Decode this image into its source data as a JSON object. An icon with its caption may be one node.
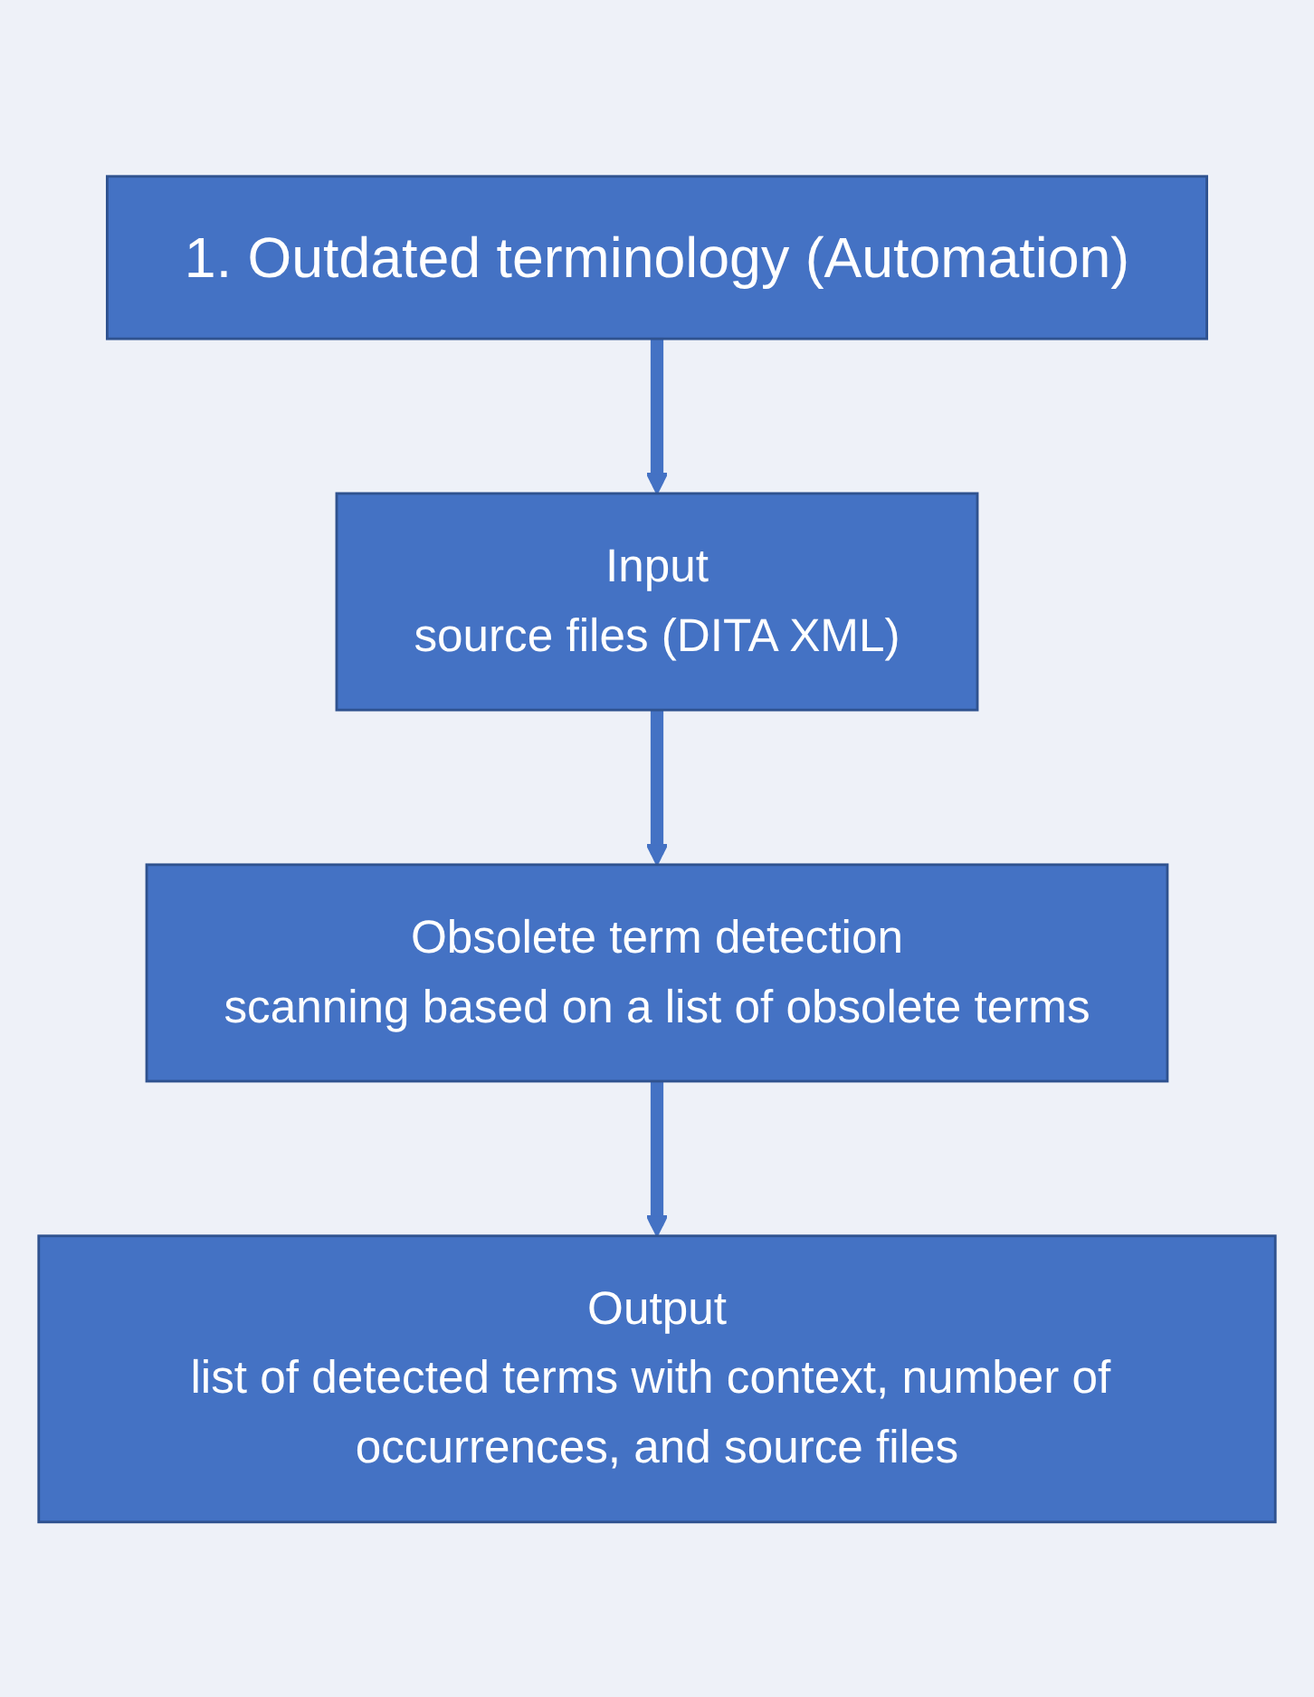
{
  "diagram": {
    "nodes": [
      {
        "text": [
          "1. Outdated terminology (Automation)"
        ]
      },
      {
        "text": [
          "Input",
          "source files (DITA XML)"
        ]
      },
      {
        "text": [
          "Obsolete term detection",
          "scanning based on a list of obsolete terms"
        ]
      },
      {
        "text": [
          "Output",
          "list of detected terms with context, number of occurrences, and source files"
        ]
      }
    ],
    "edges": [
      {
        "from": 0,
        "to": 1,
        "arrow": "to"
      },
      {
        "from": 1,
        "to": 2,
        "arrow": "to"
      },
      {
        "from": 2,
        "to": 3,
        "arrow": "to"
      }
    ]
  }
}
